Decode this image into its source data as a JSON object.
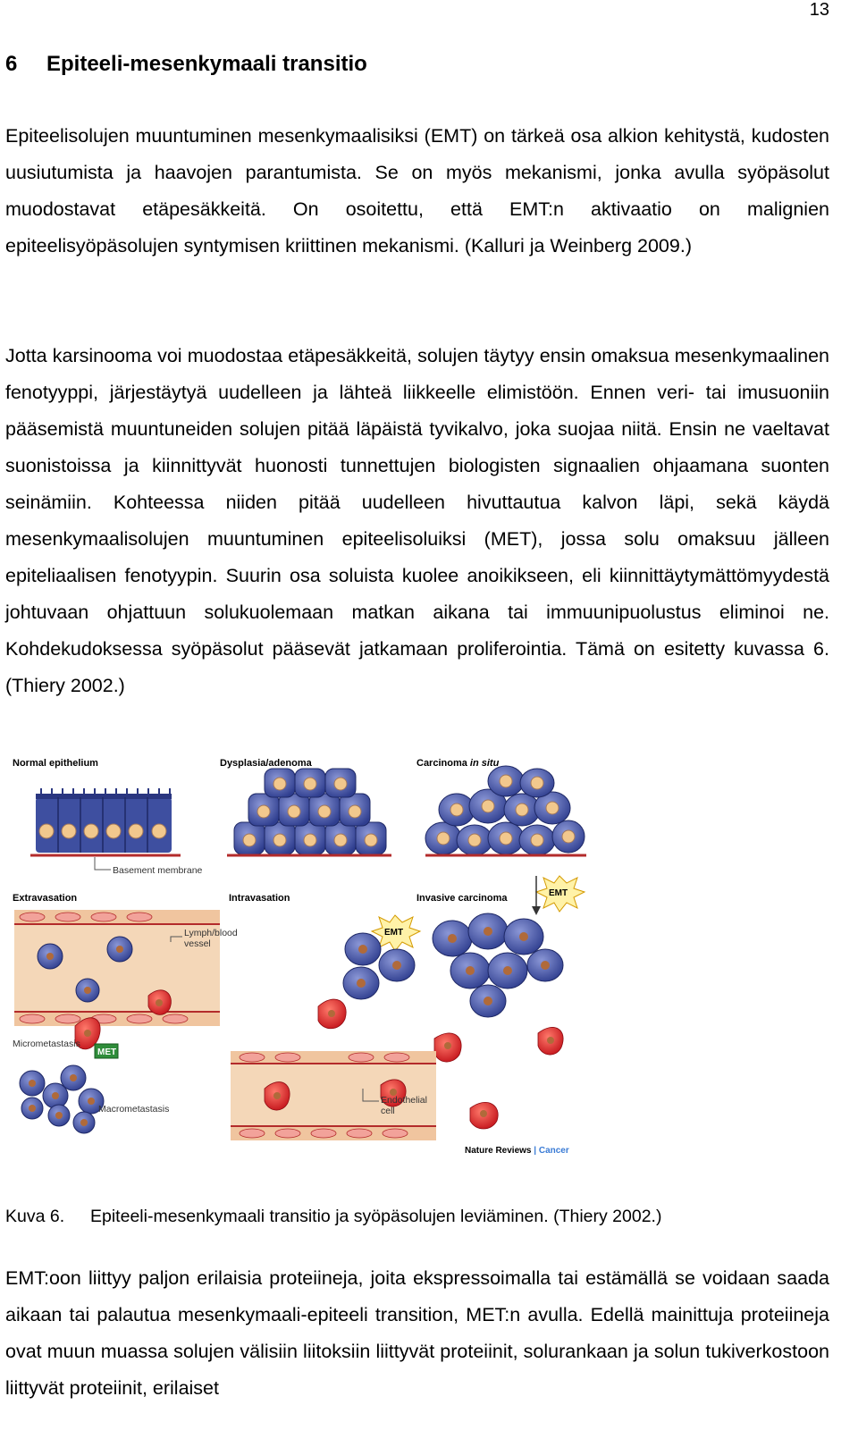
{
  "page": {
    "number": "13"
  },
  "section": {
    "number": "6",
    "title": "Epiteeli-mesenkymaali transitio"
  },
  "paragraphs": [
    "Epiteelisolujen muuntuminen mesenkymaalisiksi (EMT) on tärkeä osa alkion kehitystä, kudosten uusiutumista ja haavojen parantumista. Se on myös mekanismi, jonka avulla syöpäsolut muodostavat etäpesäkkeitä. On osoitettu, että EMT:n aktivaatio on malignien epiteelisyöpäsolujen syntymisen kriittinen mekanismi. (Kalluri ja Weinberg 2009.)",
    "Jotta karsinooma voi muodostaa etäpesäkkeitä, solujen täytyy ensin omaksua mesenkymaalinen fenotyyppi, järjestäytyä uudelleen ja lähteä liikkeelle elimistöön. Ennen veri- tai imusuoniin pääsemistä muuntuneiden solujen pitää läpäistä tyvikalvo, joka suojaa niitä.  Ensin ne vaeltavat suonistoissa ja kiinnittyvät huonosti tunnettujen biologisten signaalien ohjaamana suonten seinämiin. Kohteessa niiden pitää uudelleen hivuttautua kalvon läpi, sekä käydä mesenkymaalisolujen muuntuminen epiteelisoluiksi (MET), jossa solu omaksuu jälleen epiteliaalisen fenotyypin. Suurin osa soluista kuolee anoikikseen, eli kiinnittäytymättömyydestä johtuvaan ohjattuun solukuolemaan matkan aikana tai immuunipuolustus eliminoi ne. Kohdekudoksessa syöpäsolut pääsevät jatkamaan proliferointia. Tämä on esitetty kuvassa 6. (Thiery 2002.)",
    "EMT:oon liittyy paljon erilaisia proteiineja, joita ekspressoimalla tai estämällä se voidaan saada aikaan tai palautua mesenkymaali-epiteeli transition, MET:n avulla. Edellä mainittuja proteiineja ovat muun muassa solujen välisiin liitoksiin liittyvät proteiinit, solurankaan ja solun tukiverkostoon liittyvät proteiinit, erilaiset"
  ],
  "figure": {
    "labels": {
      "normal": "Normal epithelium",
      "dysplasia": "Dysplasia/adenoma",
      "carcinoma": "Carcinoma",
      "carcinoma_italic": "in situ",
      "basement": "Basement membrane",
      "extravasation": "Extravasation",
      "intravasation": "Intravasation",
      "invasive": "Invasive carcinoma",
      "lymph1": "Lymph/blood",
      "lymph2": "vessel",
      "endo1": "Endothelial",
      "endo2": "cell",
      "micrometastasis": "Micrometastasis",
      "macrometastasis": "Macrometastasis",
      "emt": "EMT",
      "met": "MET",
      "credit_a": "Nature Reviews",
      "credit_sep": " | ",
      "credit_b": "Cancer"
    },
    "colors": {
      "cell": "#3e4fa0",
      "nucleus": "#f2c88d",
      "red_cell": "#e0262b",
      "vessel": "#f4d7b8",
      "membrane": "#b32b2b"
    }
  },
  "caption": {
    "label": "Kuva 6.",
    "text": "Epiteeli-mesenkymaali transitio ja syöpäsolujen leviäminen. (Thiery 2002.)"
  }
}
